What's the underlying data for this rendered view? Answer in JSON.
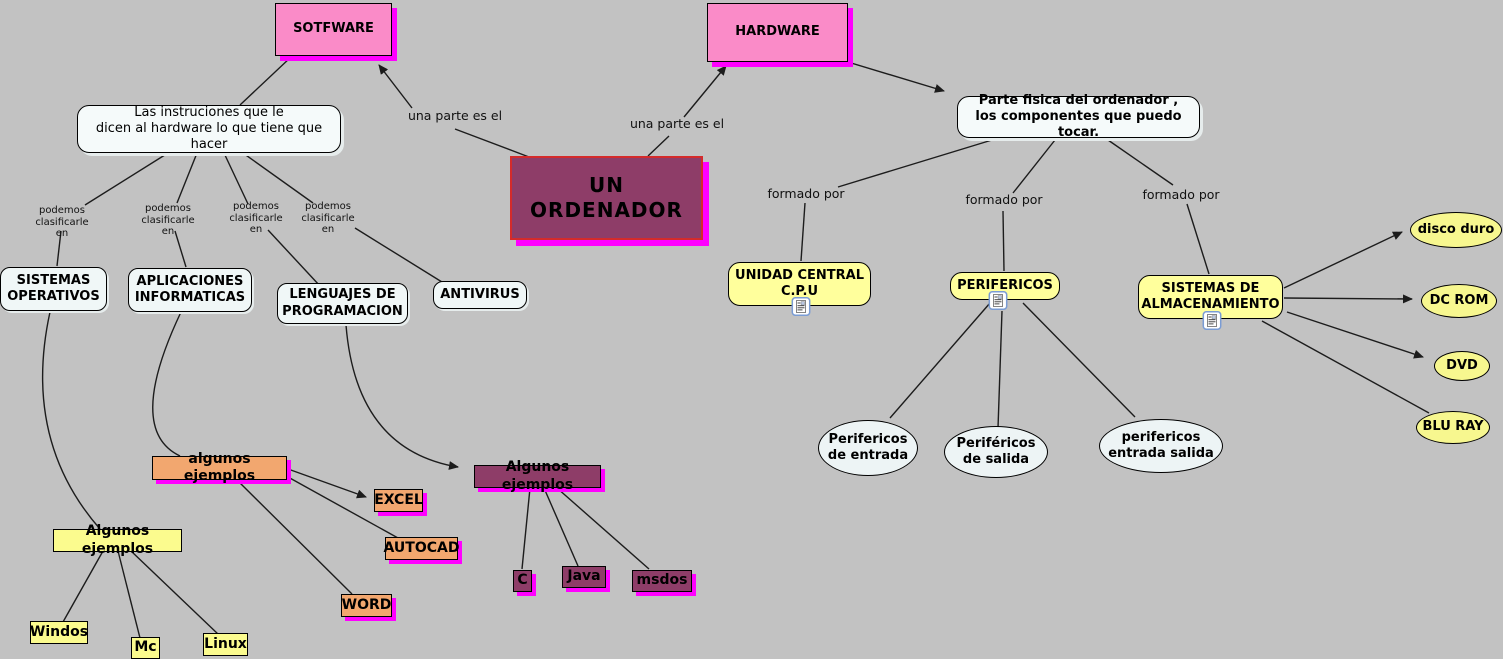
{
  "map": {
    "title": "UN ORDENADOR",
    "background_color": "#C2C2C2"
  },
  "colors": {
    "pink_node": "#FA8BC8",
    "magenta_shadow": "#FF00FF",
    "plum_node": "#8E3D68",
    "root_border_red": "#D42B2B",
    "yellow_node": "#FFFF9C",
    "yellow_ellipse": "#F7F78F",
    "orange_node": "#F2A76F",
    "white_node": "#F5FAFA",
    "white_ellipse": "#EDF4F5",
    "line_color": "#1C1C1C"
  },
  "nodes": {
    "software": "SOTFWARE",
    "hardware": "HARDWARE",
    "root": "UN ORDENADOR",
    "software_definition": "Las instruciones que le\ndicen al hardware lo que tiene que hacer",
    "hardware_definition": "Parte fisica del ordenador ,\nlos componentes que puedo tocar.",
    "sistemas_operativos": "SISTEMAS\nOPERATIVOS",
    "aplicaciones_informaticas": "APLICACIONES\nINFORMATICAS",
    "lenguajes_programacion": "LENGUAJES DE\nPROGRAMACION",
    "antivirus": "ANTIVIRUS",
    "unidad_central": "UNIDAD CENTRAL\nC.P.U",
    "perifericos": "PERIFERICOS",
    "sistemas_almacenamiento": "SISTEMAS DE\nALMACENAMIENTO",
    "perifericos_entrada": "Perifericos\nde entrada",
    "perifericos_salida": "Periféricos\nde salida",
    "perifericos_entrada_salida": "perifericos\nentrada salida",
    "disco_duro": "disco duro",
    "dc_rom": "DC ROM",
    "dvd": "DVD",
    "blu_ray": "BLU RAY",
    "ejemplos_aplicaciones": "algunos ejemplos",
    "ejemplos_sistemas_operativos": "Algunos ejemplos",
    "ejemplos_lenguajes": "Algunos ejemplos",
    "excel": "EXCEL",
    "autocad": "AUTOCAD",
    "word": "WORD",
    "windos": "Windos",
    "mc": "Mc",
    "linux": "Linux",
    "c": "C",
    "java": "Java",
    "msdos": "msdos"
  },
  "connector_labels": {
    "una_parte_software": "una parte es el",
    "una_parte_hardware": "una parte es el",
    "podemos": [
      "podemos\nclasificarle en",
      "podemos\nclasificarle en",
      "podemos\nclasificarle en",
      "podemos\nclasificarle en"
    ],
    "formado": [
      "formado  por",
      "formado por",
      "formado por"
    ]
  },
  "icons": {
    "resource": "document-resource-icon"
  }
}
